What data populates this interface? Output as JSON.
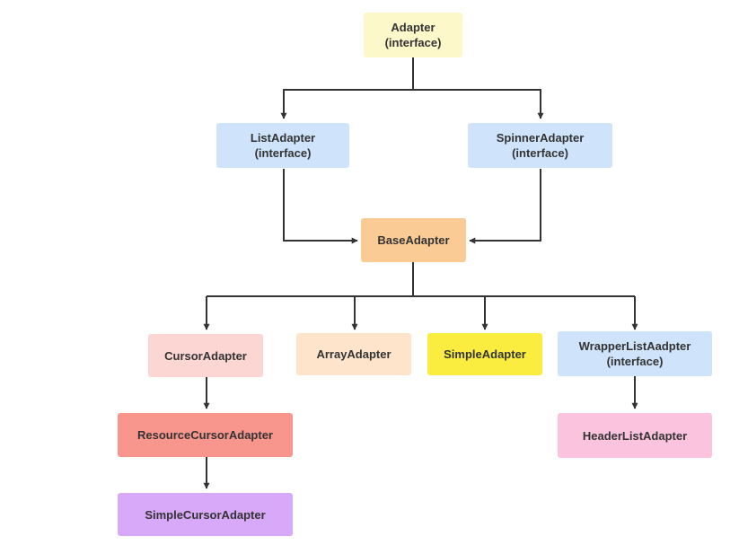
{
  "colors": {
    "line": "#333333",
    "yellow_pale": "#fdf8c9",
    "blue_pale": "#cfe3fb",
    "orange": "#fbcb95",
    "pink_pale": "#fcd6d3",
    "peach_pale": "#fde4cb",
    "yellow": "#fbed3f",
    "salmon": "#f8958c",
    "pink": "#fbc3dd",
    "purple": "#d8a8f9"
  },
  "nodes": {
    "adapter": {
      "name": "Adapter",
      "sub": "(interface)"
    },
    "list_adapter": {
      "name": "ListAdapter",
      "sub": "(interface)"
    },
    "spinner_adapter": {
      "name": "SpinnerAdapter",
      "sub": "(interface)"
    },
    "base_adapter": {
      "name": "BaseAdapter"
    },
    "cursor_adapter": {
      "name": "CursorAdapter"
    },
    "array_adapter": {
      "name": "ArrayAdapter"
    },
    "simple_adapter": {
      "name": "SimpleAdapter"
    },
    "wrapper_list_adapter": {
      "name": "WrapperListAadpter",
      "sub": "(interface)"
    },
    "resource_cursor_adapter": {
      "name": "ResourceCursorAdapter"
    },
    "header_list_adapter": {
      "name": "HeaderListAdapter"
    },
    "simple_cursor_adapter": {
      "name": "SimpleCursorAdapter"
    }
  }
}
